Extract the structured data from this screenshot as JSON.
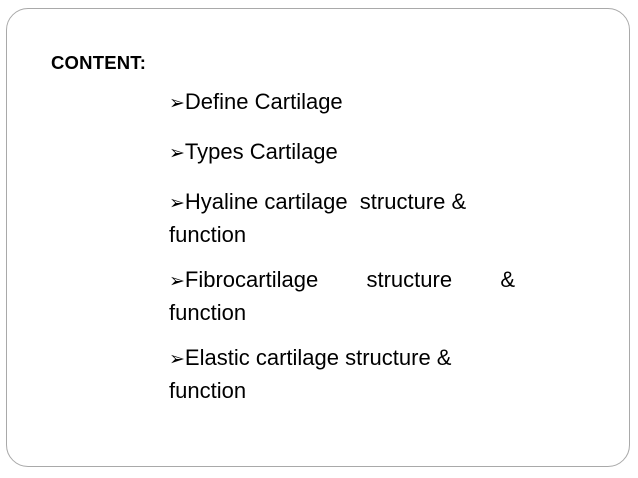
{
  "slide": {
    "background_color": "#ffffff",
    "border_color": "#a9a9a9",
    "text_color": "#000000",
    "heading": "CONTENT:",
    "bullet_glyph_name": "arrowhead-bullet-icon",
    "bullet_glyph": "➢",
    "items": [
      {
        "id": "define",
        "text": "Define Cartilage"
      },
      {
        "id": "types",
        "text": "Types Cartilage"
      },
      {
        "id": "hyaline",
        "text": "Hyaline cartilage  structure & function"
      },
      {
        "id": "fibro",
        "text": "Fibrocartilage  structure  & function"
      },
      {
        "id": "elastic",
        "text": "Elastic cartilage structure & function"
      }
    ]
  }
}
